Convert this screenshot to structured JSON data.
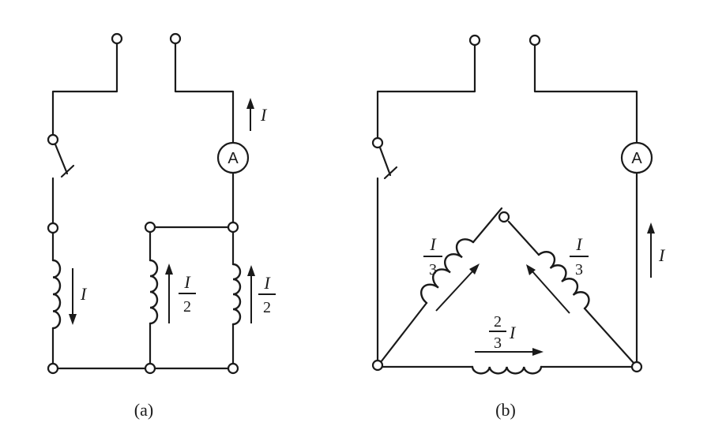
{
  "diagram_a": {
    "caption": "(a)",
    "ammeter_label": "A",
    "current_top": "I",
    "current_left_coil": "I",
    "current_mid_coil": {
      "num": "I",
      "den": "2"
    },
    "current_right_coil": {
      "num": "I",
      "den": "2"
    }
  },
  "diagram_b": {
    "caption": "(b)",
    "ammeter_label": "A",
    "current_right": "I",
    "current_left_coil": {
      "num": "I",
      "den": "3"
    },
    "current_right_coil": {
      "num": "I",
      "den": "3"
    },
    "current_bottom_coil": {
      "num": "2",
      "den": "3",
      "suffix": "I"
    }
  }
}
